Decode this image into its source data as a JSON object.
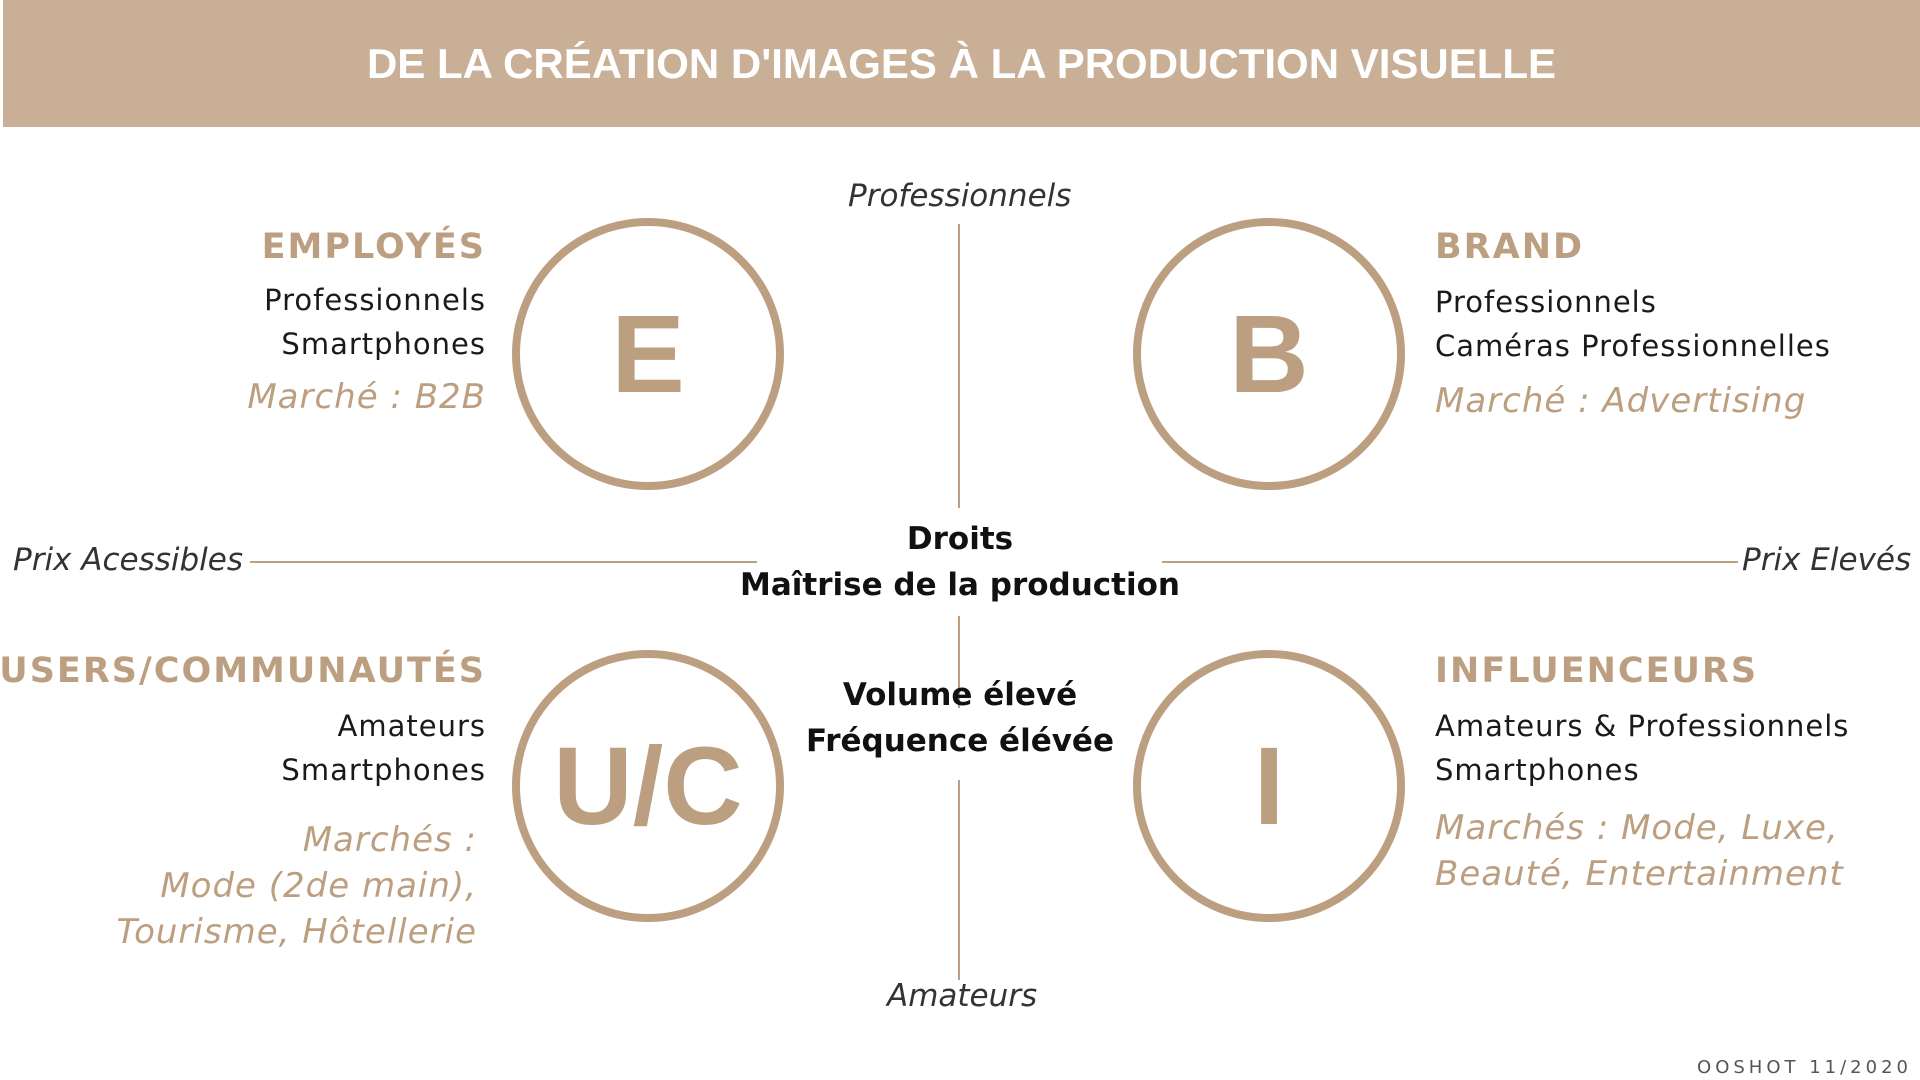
{
  "banner": {
    "title": "DE LA CRÉATION D'IMAGES À LA PRODUCTION VISUELLE"
  },
  "axes": {
    "top": "Professionnels",
    "bottom": "Amateurs",
    "left": "Prix Acessibles",
    "right": "Prix Elevés"
  },
  "center": {
    "line1": "Droits",
    "line2": "Maîtrise de la production",
    "line3": "Volume élevé",
    "line4": "Fréquence élévée"
  },
  "quadrants": {
    "employes": {
      "title": "EMPLOYÉS",
      "line1": "Professionnels",
      "line2": "Smartphones",
      "market": "Marché : B2B",
      "letter": "E"
    },
    "brand": {
      "title": "BRAND",
      "line1": "Professionnels",
      "line2": "Caméras Professionnelles",
      "market": "Marché : Advertising",
      "letter": "B"
    },
    "users": {
      "title": "USERS/COMMUNAUTÉS",
      "line1": "Amateurs",
      "line2": "Smartphones",
      "market1": "Marchés :",
      "market2": "Mode (2de main),",
      "market3": "Tourisme, Hôtellerie",
      "letter": "U/C"
    },
    "influenceurs": {
      "title": "INFLUENCEURS",
      "line1": "Amateurs & Professionnels",
      "line2": "Smartphones",
      "market1": "Marchés : Mode, Luxe,",
      "market2": "Beauté, Entertainment",
      "letter": "I"
    }
  },
  "footer": {
    "text": "OOSHOT 11/2020"
  },
  "colors": {
    "accent": "#bc9f80",
    "banner": "#c8af95",
    "text": "#1a1a1a"
  }
}
